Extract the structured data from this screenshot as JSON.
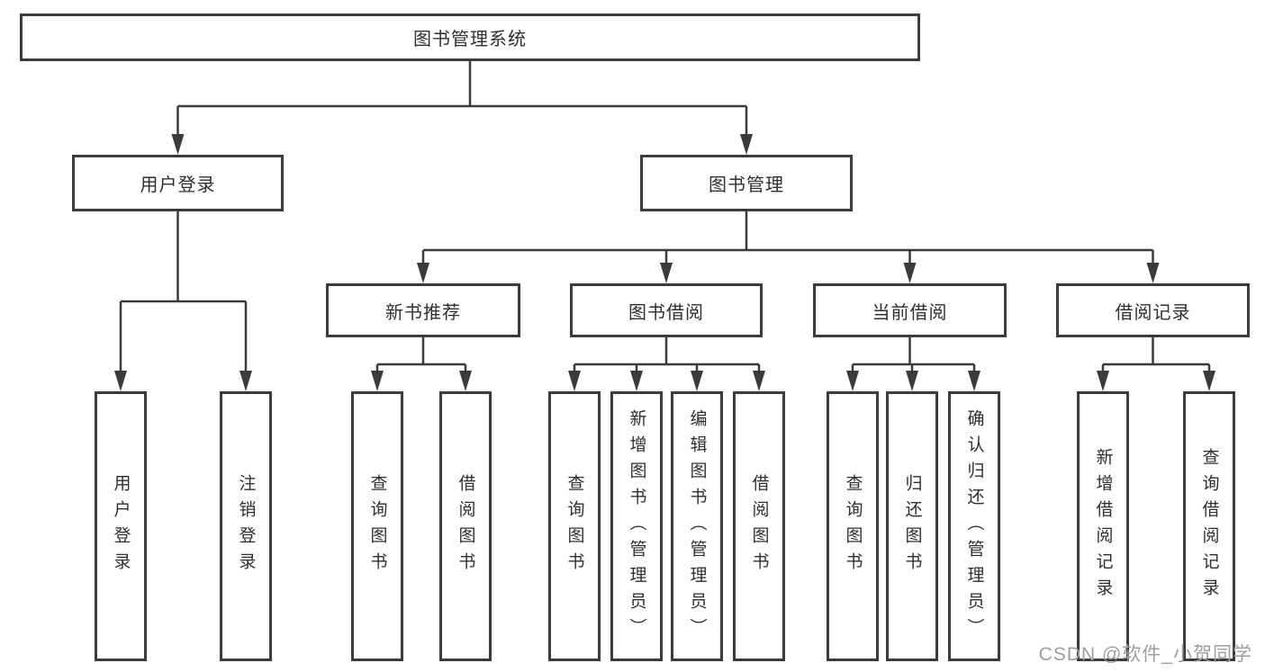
{
  "tree": {
    "label": "图书管理系统",
    "children": [
      {
        "label": "用户登录",
        "children": [
          {
            "label": "用户登录"
          },
          {
            "label": "注销登录"
          }
        ]
      },
      {
        "label": "图书管理",
        "children": [
          {
            "label": "新书推荐",
            "children": [
              {
                "label": "查询图书"
              },
              {
                "label": "借阅图书"
              }
            ]
          },
          {
            "label": "图书借阅",
            "children": [
              {
                "label": "查询图书"
              },
              {
                "label": "新增图书（管理员）"
              },
              {
                "label": "编辑图书（管理员）"
              },
              {
                "label": "借阅图书"
              }
            ]
          },
          {
            "label": "当前借阅",
            "children": [
              {
                "label": "查询图书"
              },
              {
                "label": "归还图书"
              },
              {
                "label": "确认归还（管理员）"
              }
            ]
          },
          {
            "label": "借阅记录",
            "children": [
              {
                "label": "新增借阅记录"
              },
              {
                "label": "查询借阅记录"
              }
            ]
          }
        ]
      }
    ]
  },
  "watermark": {
    "text": "CSDN @软件_小贺同学"
  },
  "colors": {
    "line": "#3b3b3b",
    "box_border": "#3b3b3b",
    "box_fill": "#ffffff",
    "text": "#2f2f2f",
    "watermark": "#9e9e9e",
    "background": "#ffffff"
  }
}
